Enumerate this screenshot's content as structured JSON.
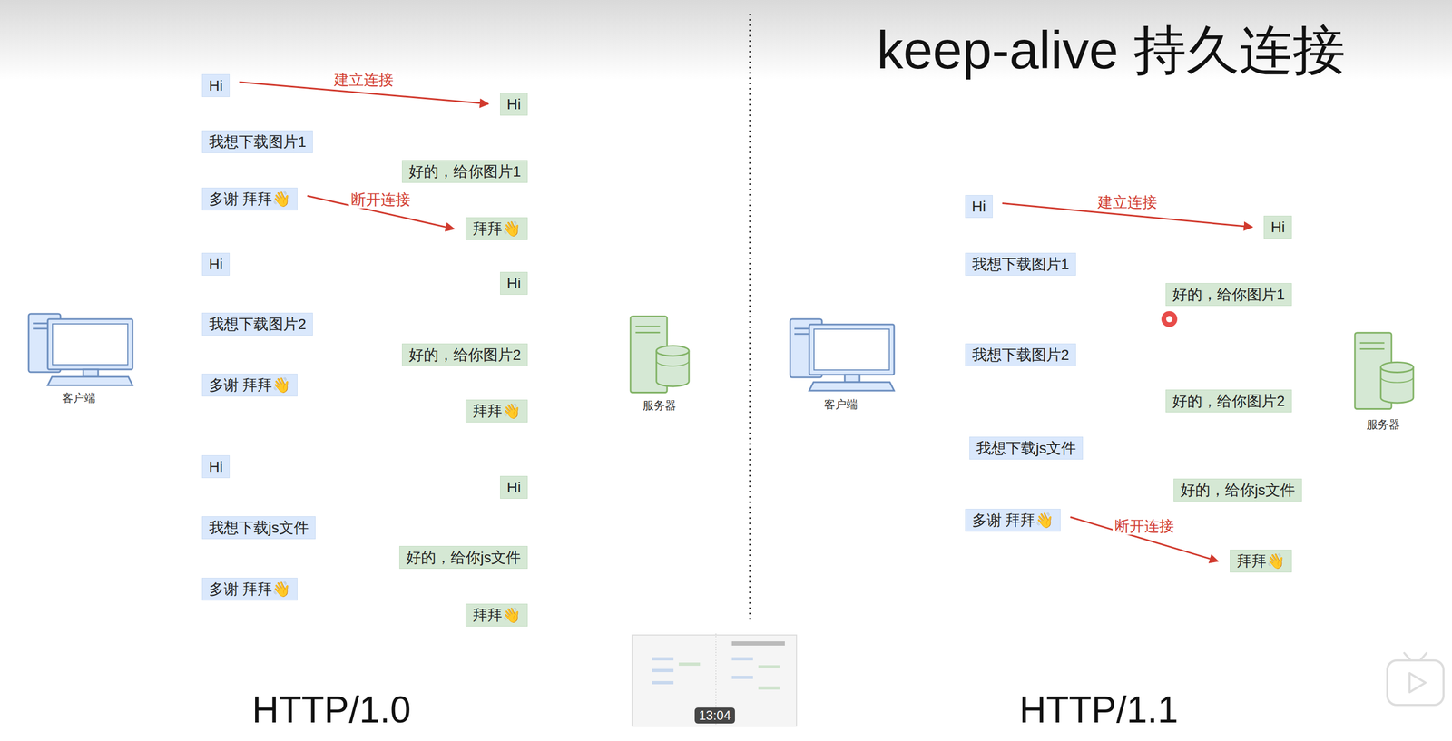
{
  "diagram": {
    "title": "keep-alive 持久连接",
    "nodes": [
      {
        "text": [
          "Hi"
        ]
      },
      {
        "text": [
          "Hi"
        ]
      },
      {
        "text": [
          "我想下载图片1"
        ]
      },
      {
        "text": [
          "好的，给你图片1"
        ]
      },
      {
        "text": [
          "多谢 拜拜👋"
        ]
      },
      {
        "text": [
          "拜拜👋"
        ]
      },
      {
        "text": [
          "Hi"
        ]
      },
      {
        "text": [
          "Hi"
        ]
      },
      {
        "text": [
          "我想下载图片2"
        ]
      },
      {
        "text": [
          "好的，给你图片2"
        ]
      },
      {
        "text": [
          "多谢 拜拜👋"
        ]
      },
      {
        "text": [
          "拜拜👋"
        ]
      },
      {
        "text": [
          "Hi"
        ]
      },
      {
        "text": [
          "Hi"
        ]
      },
      {
        "text": [
          "我想下载js文件"
        ]
      },
      {
        "text": [
          "好的，给你js文件"
        ]
      },
      {
        "text": [
          "多谢 拜拜👋"
        ]
      },
      {
        "text": [
          "拜拜👋"
        ]
      },
      {
        "text": [
          "Hi"
        ]
      },
      {
        "text": [
          "Hi"
        ]
      },
      {
        "text": [
          "我想下载图片1"
        ]
      },
      {
        "text": [
          "好的，给你图片1"
        ]
      },
      {
        "text": [
          "我想下载图片2"
        ]
      },
      {
        "text": [
          "好的，给你图片2"
        ]
      },
      {
        "text": [
          "我想下载js文件"
        ]
      },
      {
        "text": [
          "好的，给你js文件"
        ]
      },
      {
        "text": [
          "多谢 拜拜👋"
        ]
      },
      {
        "text": [
          "拜拜👋"
        ]
      }
    ],
    "edges": [
      {
        "from": 0,
        "to": 1,
        "label": "建立连接",
        "arrow": "to"
      },
      {
        "from": 4,
        "to": 5,
        "label": "断开连接",
        "arrow": "to"
      },
      {
        "from": 18,
        "to": 19,
        "label": "建立连接",
        "arrow": "to"
      },
      {
        "from": 26,
        "to": 27,
        "label": "断开连接",
        "arrow": "to"
      }
    ],
    "labels": [
      "客户端",
      "服务器",
      "客户端",
      "服务器",
      "HTTP/1.0",
      "HTTP/1.1",
      "13:04"
    ]
  }
}
